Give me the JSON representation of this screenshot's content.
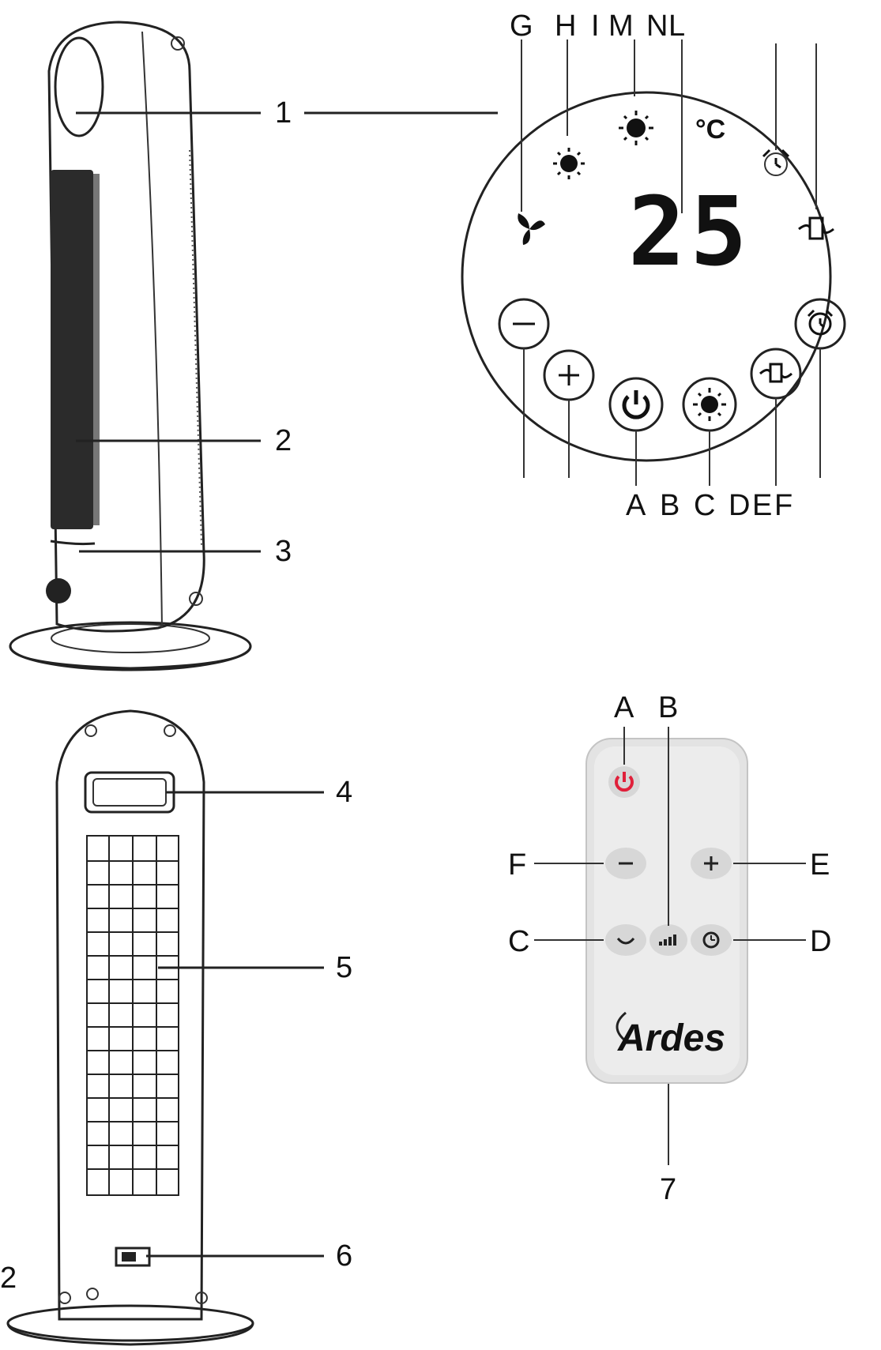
{
  "top_letters": [
    "G",
    "H",
    "I",
    "M",
    "N",
    "L"
  ],
  "bottom_letters": [
    "A",
    "B",
    "C",
    "D",
    "E",
    "F"
  ],
  "part_numbers": [
    "1",
    "2",
    "3",
    "4",
    "5",
    "6",
    "7"
  ],
  "display": {
    "temperature": "25",
    "unit": "°C"
  },
  "remote": {
    "brand": "Ardes",
    "labels": {
      "A": "A",
      "B": "B",
      "C": "C",
      "D": "D",
      "E": "E",
      "F": "F"
    }
  },
  "figure_marker": "2",
  "colors": {
    "power_button": "#e0203a",
    "remote_body": "#e3e3e3",
    "remote_button": "#cfcfcf"
  },
  "icons": [
    "fan-icon",
    "sun-icon",
    "sun-icon",
    "celsius-icon",
    "alarm-clock-icon",
    "oscillation-icon",
    "minus-icon",
    "plus-icon",
    "power-icon",
    "sun-button-icon",
    "oscillation-button-icon",
    "alarm-button-icon",
    "ardes-logo"
  ]
}
